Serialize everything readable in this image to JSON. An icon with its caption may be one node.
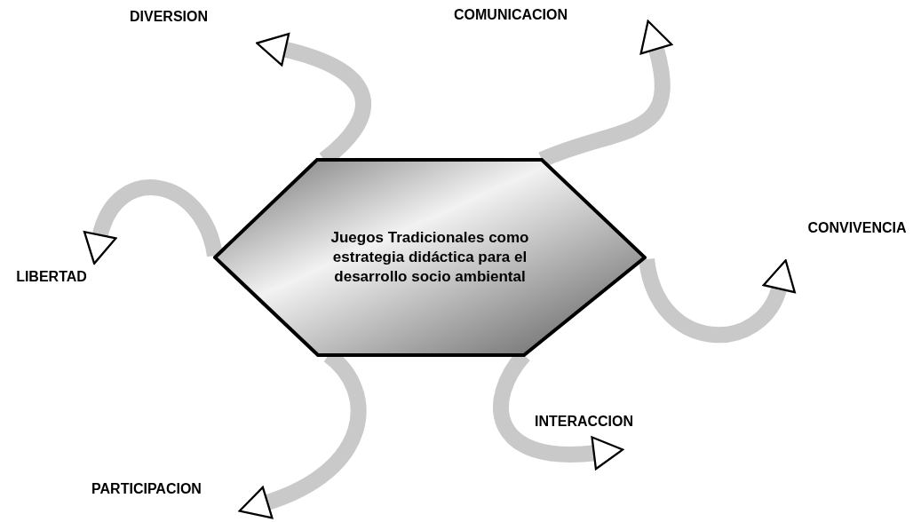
{
  "diagram": {
    "nodes": [
      {
        "text": [
          "Juegos Tradicionales como estrategia didáctica para el desarrollo socio ambiental"
        ]
      },
      {
        "text": [
          "DIVERSION"
        ]
      },
      {
        "text": [
          "COMUNICACION"
        ]
      },
      {
        "text": [
          "CONVIVENCIA"
        ]
      },
      {
        "text": [
          "INTERACCION"
        ]
      },
      {
        "text": [
          "PARTICIPACION"
        ]
      },
      {
        "text": [
          "LIBERTAD"
        ]
      }
    ],
    "edges": [
      {
        "from": 0,
        "to": 1,
        "arrow": "to"
      },
      {
        "from": 0,
        "to": 2,
        "arrow": "to"
      },
      {
        "from": 0,
        "to": 3,
        "arrow": "to"
      },
      {
        "from": 0,
        "to": 4,
        "arrow": "to"
      },
      {
        "from": 0,
        "to": 5,
        "arrow": "to"
      },
      {
        "from": 0,
        "to": 6,
        "arrow": "to"
      }
    ]
  }
}
